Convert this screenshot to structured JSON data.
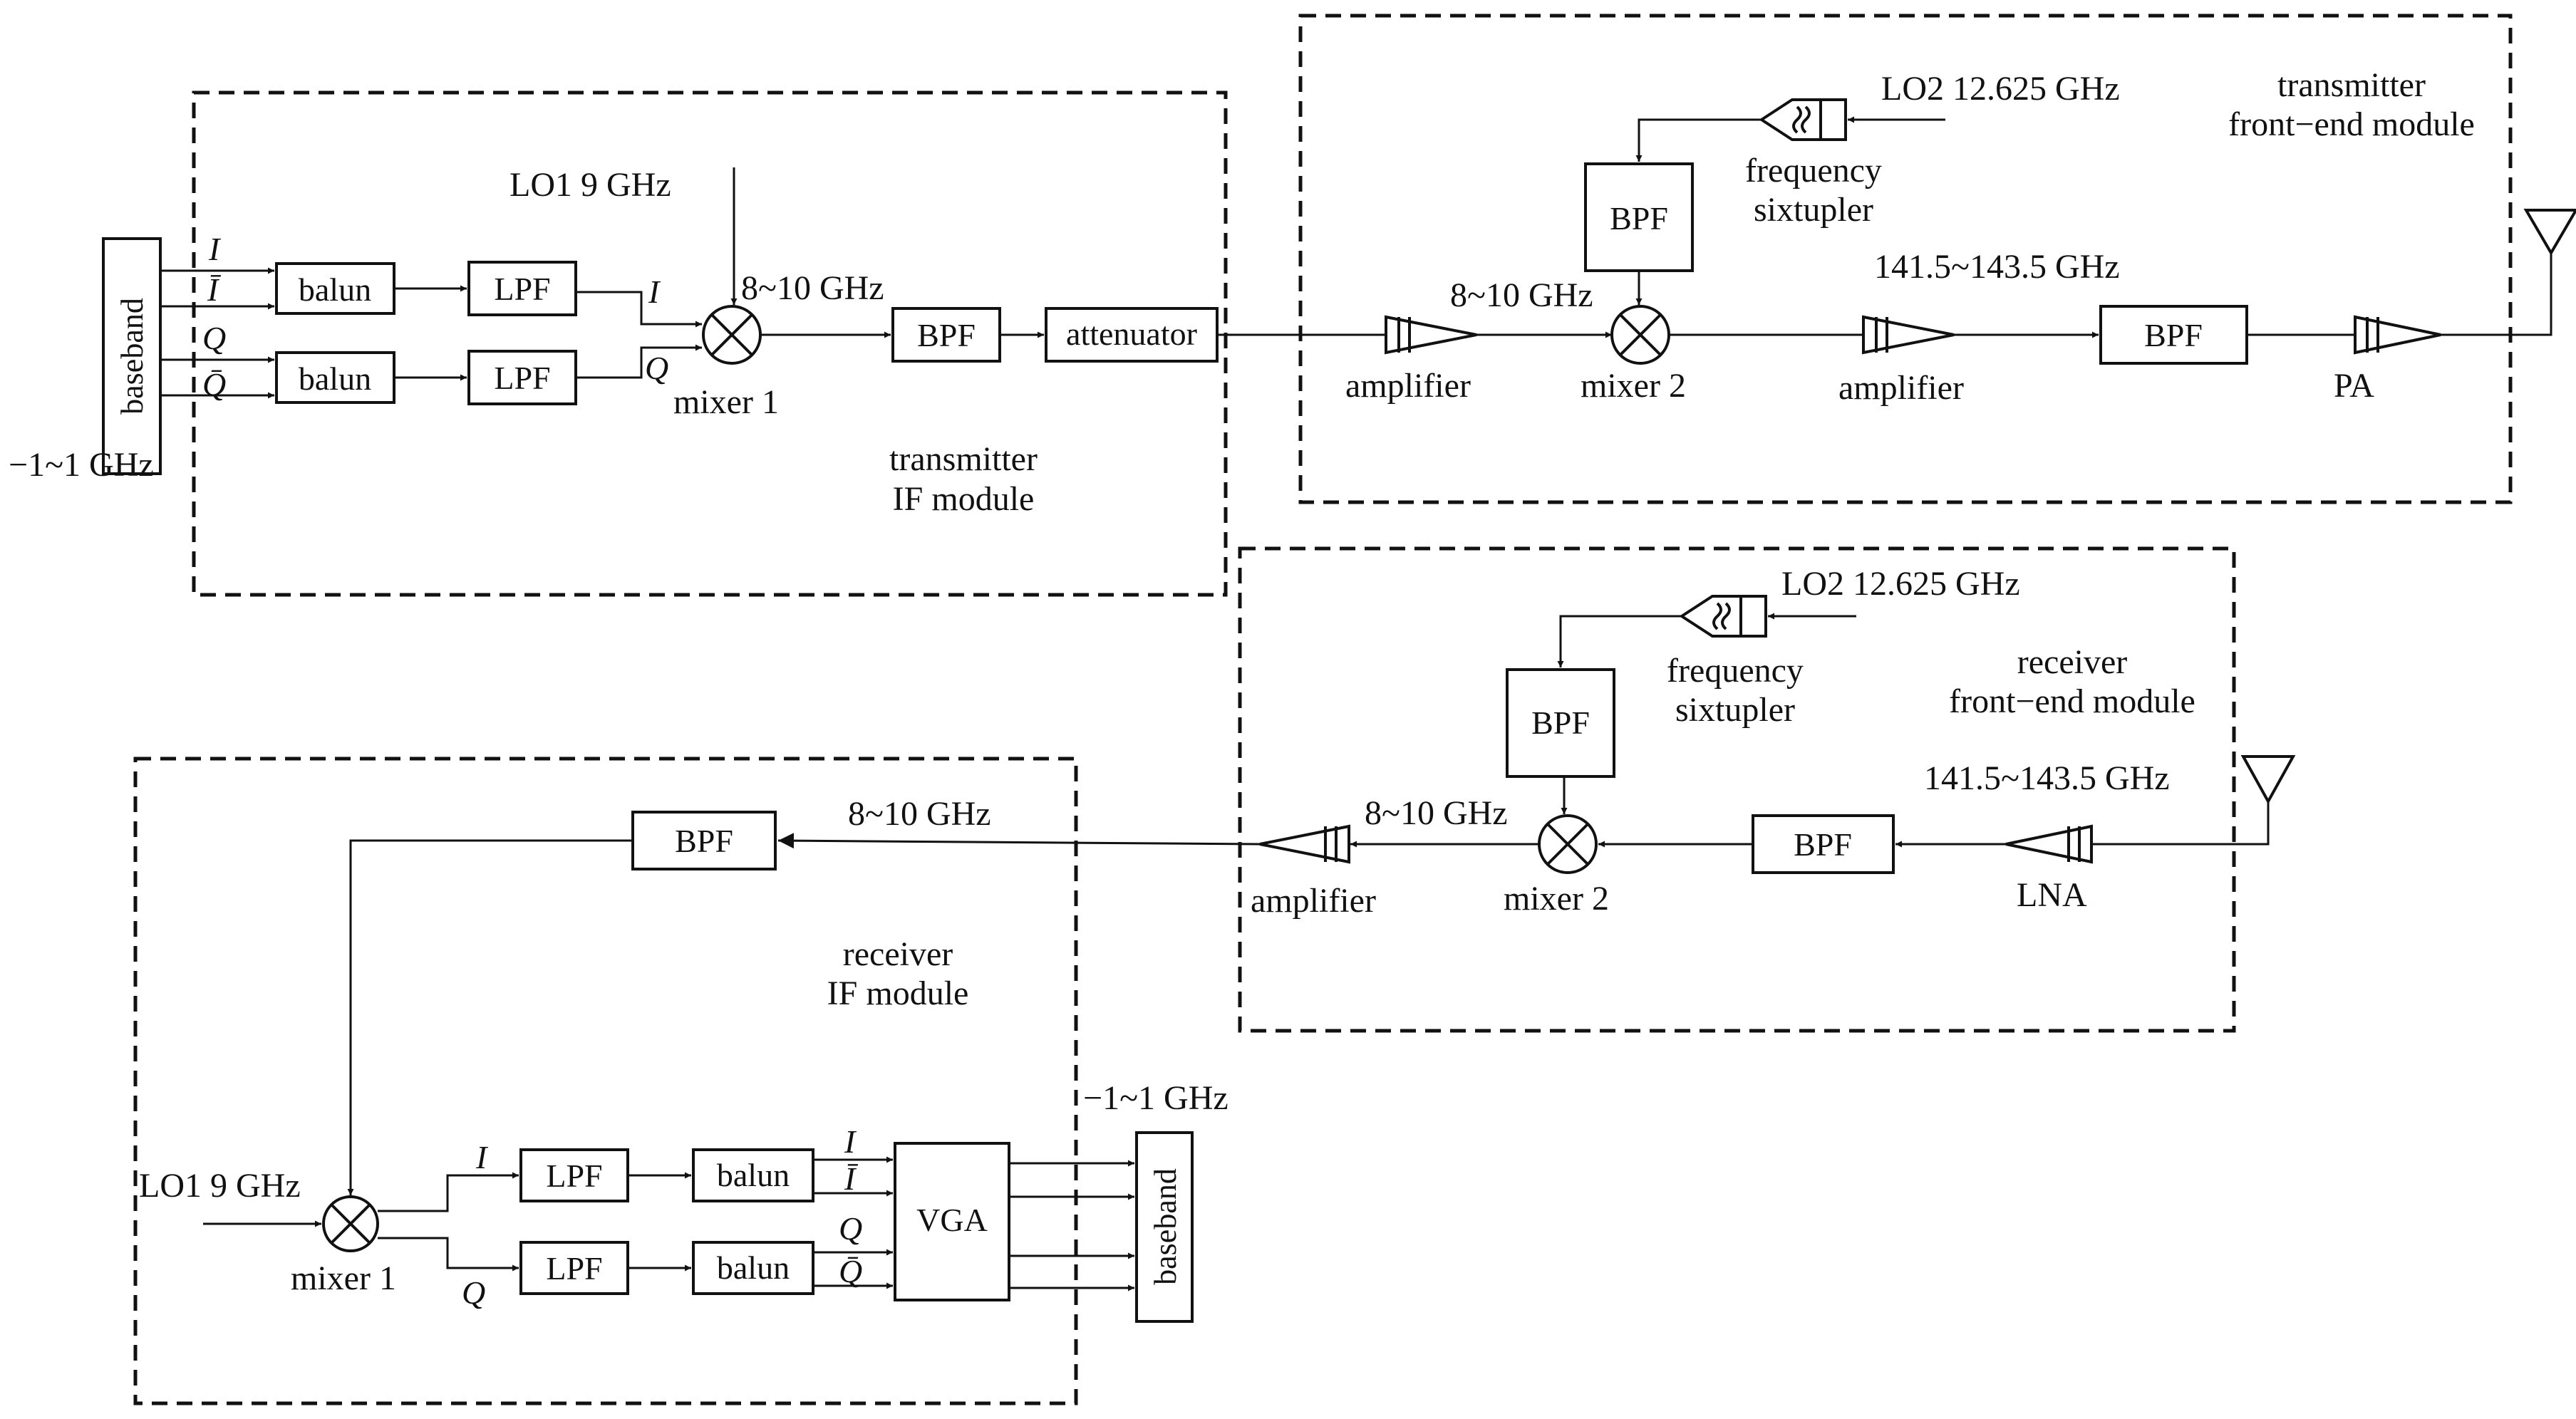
{
  "transmitter_if_module": {
    "title_line1": "transmitter",
    "title_line2": "IF module",
    "baseband_label": "baseband",
    "baseband_freq": "−1~1 GHz",
    "signal_i": "I",
    "signal_ibar": "Ī",
    "signal_q": "Q",
    "signal_qbar": "Q̄",
    "balun_i": "balun",
    "balun_q": "balun",
    "lpf_i": "LPF",
    "lpf_q": "LPF",
    "mixer_in_i": "I",
    "mixer_in_q": "Q",
    "lo_label": "LO1 9 GHz",
    "mixer_label": "mixer 1",
    "if_freq": "8~10 GHz",
    "bpf": "BPF",
    "attenuator": "attenuator"
  },
  "transmitter_front_end": {
    "title_line1": "transmitter",
    "title_line2": "front−end module",
    "lo_label": "LO2 12.625 GHz",
    "multiplier_line1": "frequency",
    "multiplier_line2": "sixtupler",
    "lo_bpf": "BPF",
    "amp1_label": "amplifier",
    "if_freq": "8~10 GHz",
    "mixer_label": "mixer 2",
    "amp2_label": "amplifier",
    "rf_freq": "141.5~143.5 GHz",
    "rf_bpf": "BPF",
    "pa_label": "PA"
  },
  "receiver_front_end": {
    "title_line1": "receiver",
    "title_line2": "front−end module",
    "lo_label": "LO2 12.625 GHz",
    "multiplier_line1": "frequency",
    "multiplier_line2": "sixtupler",
    "lo_bpf": "BPF",
    "rf_freq": "141.5~143.5 GHz",
    "lna_label": "LNA",
    "rf_bpf": "BPF",
    "mixer_label": "mixer 2",
    "if_freq": "8~10 GHz",
    "amp_label": "amplifier"
  },
  "receiver_if_module": {
    "title_line1": "receiver",
    "title_line2": "IF module",
    "if_freq": "8~10 GHz",
    "bpf": "BPF",
    "lo_label": "LO1 9 GHz",
    "mixer_label": "mixer 1",
    "out_i": "I",
    "out_q": "Q",
    "lpf_i": "LPF",
    "lpf_q": "LPF",
    "balun_i": "balun",
    "balun_q": "balun",
    "signal_i": "I",
    "signal_ibar": "Ī",
    "signal_q": "Q",
    "signal_qbar": "Q̄",
    "vga": "VGA",
    "baseband_label": "baseband",
    "baseband_freq": "−1~1 GHz"
  }
}
